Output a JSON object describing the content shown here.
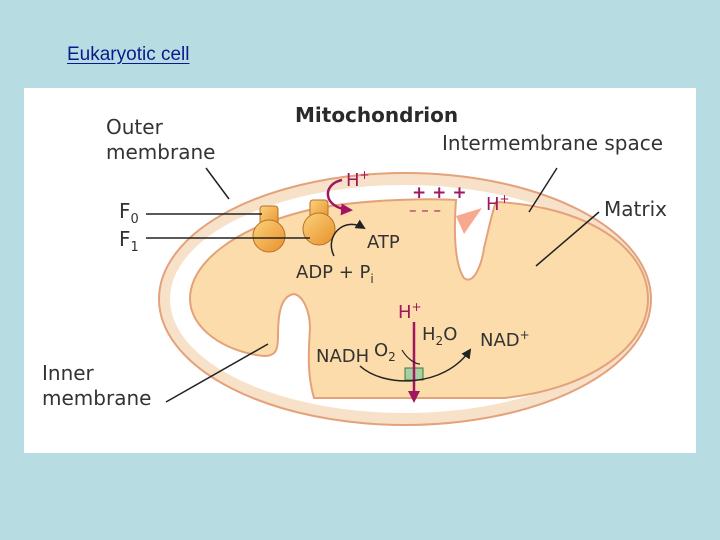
{
  "slide": {
    "title": "Eukaryotic cell"
  },
  "diagram": {
    "heading": "Mitochondrion",
    "labels": {
      "outer_membrane_1": "Outer",
      "outer_membrane_2": "membrane",
      "intermembrane_space": "Intermembrane space",
      "matrix": "Matrix",
      "inner_membrane_1": "Inner",
      "inner_membrane_2": "membrane",
      "f0": "F",
      "f0_sub": "0",
      "f1": "F",
      "f1_sub": "1",
      "atp": "ATP",
      "adp": "ADP + P",
      "adp_sub": "i",
      "proton": "H",
      "proton_sup": "+",
      "pos_charges": "+ + +",
      "neg_charges": "– – –",
      "nadh": "NADH",
      "o2": "O",
      "o2_sub": "2",
      "h2o_h": "H",
      "h2o_sub": "2",
      "h2o_o": "O",
      "nad": "NAD",
      "nad_sup": "+"
    },
    "colors": {
      "background": "#b7dde3",
      "title": "#0b1a8c",
      "outer_membrane_fill": "#f7e1c8",
      "intermembrane_space": "#ffffff",
      "matrix_fill": "#fbdcaa",
      "membrane_line": "#e4a27a",
      "atp_synthase": "#f4a741",
      "proton_arrow": "#a2165f",
      "electron_transport": "#a8cfa4"
    }
  }
}
